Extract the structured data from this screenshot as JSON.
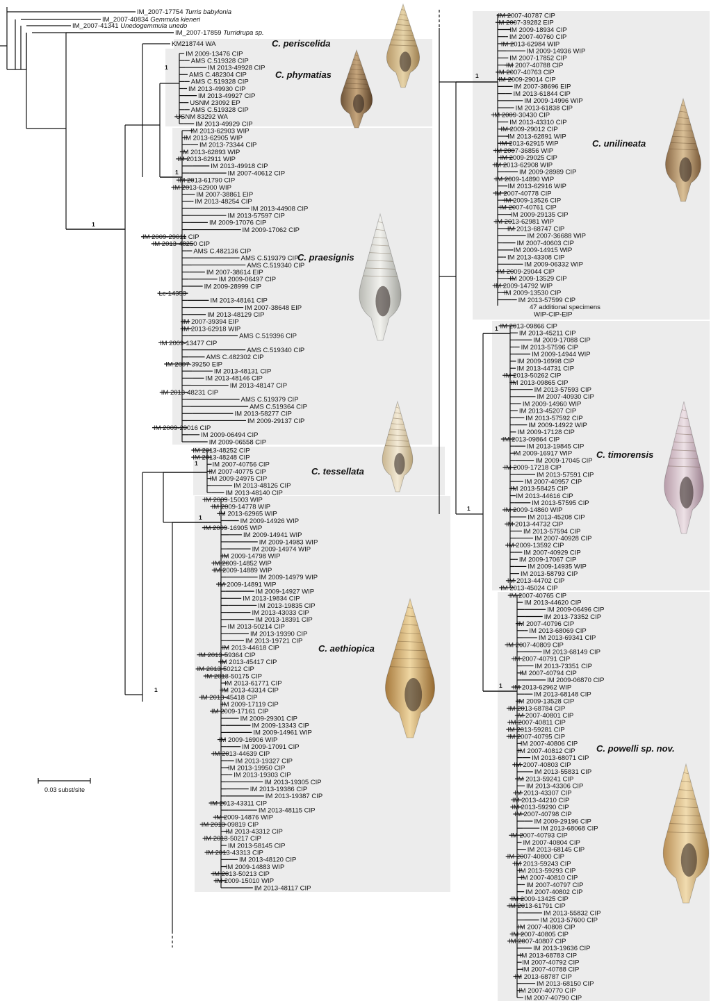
{
  "figure": {
    "scale_label": "0.03 subst/site",
    "support_value": "1",
    "outgroups": [
      {
        "id": "IM_2007-17754",
        "species": "Turris babylonia"
      },
      {
        "id": "IM_2007-40834",
        "species": "Gemmula kieneri"
      },
      {
        "id": "IM_2007-41341",
        "species": "Unedogemmula unedo"
      },
      {
        "id": "IM_2007-17859",
        "species": "Turridrupa sp."
      }
    ],
    "clades": [
      {
        "key": "periscelida",
        "name": "C. periscelida",
        "tips": [
          "KM218744 WA"
        ]
      },
      {
        "key": "phymatias",
        "name": "C. phymatias",
        "tips": [
          "IM 2009-13476 CIP",
          "AMS C.519328 CIP",
          "IM 2013-49928 CIP",
          "AMS C.482304 CIP",
          "AMS C.519328 CIP",
          "IM 2013-49930 CIP",
          "IM 2013-49927 CIP",
          "USNM 23092 EP",
          "AMS C.519328 CIP",
          "USNM 83292 WA",
          "IM 2013-49929 CIP"
        ]
      },
      {
        "key": "praesignis",
        "name": "C. praesignis",
        "tips": [
          "IM 2013-62903 WIP",
          "IM 2013-62905 WIP",
          "IM 2013-73344 CIP",
          "IM 2013-62893 WIP",
          "IM 2013-62911 WIP",
          "IM 2013-49918 CIP",
          "IM 2007-40612 CIP",
          "IM 2013-61790 CIP",
          "IM 2013-62900 WIP",
          "IM 2007-38861 EIP",
          "IM 2013-48254 CIP",
          "IM 2013-44908 CIP",
          "IM 2013-57597 CIP",
          "IM 2009-17076 CIP",
          "IM 2009-17062 CIP",
          "IM 2009-29011 CIP",
          "IM 2013-48250 CIP",
          "AMS C.482136 CIP",
          "AMS C.519379 CIP",
          "AMS C.519340 CIP",
          "IM 2007-38614 EIP",
          "IM 2009-06497 CIP",
          "IM 2009-28999 CIP",
          "Lc-14353",
          "IM 2013-48161 CIP",
          "IM 2007-38648 EIP",
          "IM 2013-48129 CIP",
          "IM 2007-39394 EIP",
          "IM 2013-62918 WIP",
          "AMS C.519396 CIP",
          "IM 2009-13477 CIP",
          "AMS C.519340 CIP",
          "AMS C.482302 CIP",
          "IM 2007-39250 EIP",
          "IM 2013-48131 CIP",
          "IM 2013-48146 CIP",
          "IM 2013-48147 CIP",
          "IM 2013-48231 CIP",
          "AMS C.519379 CIP",
          "AMS C.519364 CIP",
          "IM 2013-58277 CIP",
          "IM 2009-29137 CIP",
          "IM 2009-29016 CIP",
          "IM 2009-06494 CIP",
          "IM 2009-06558 CIP"
        ]
      },
      {
        "key": "tessellata",
        "name": "C. tessellata",
        "tips": [
          "IM 2013-48252 CIP",
          "IM 2013-48248 CIP",
          "IM 2007-40756 CIP",
          "IM 2007-40775 CIP",
          "IM 2009-24975 CIP",
          "IM 2013-48126 CIP",
          "IM 2013-48140 CIP"
        ]
      },
      {
        "key": "aethiopica",
        "name": "C. aethiopica",
        "tips": [
          "IM 2009-15003 WIP",
          "IM 2009-14778 WIP",
          "IM 2013-62965 WIP",
          "IM 2009-14926 WIP",
          "IM 2009-16905 WIP",
          "IM 2009-14941 WIP",
          "IM 2009-14983 WIP",
          "IM 2009-14974 WIP",
          "IM 2009-14798 WIP",
          "IM 2009-14852 WIP",
          "IM 2009-14889 WIP",
          "IM 2009-14979 WIP",
          "IM 2009-14891 WIP",
          "IM 2009-14927 WIP",
          "IM 2013-19834 CIP",
          "IM 2013-19835 CIP",
          "IM 2013-43033 CIP",
          "IM 2013-18391 CIP",
          "IM 2013-50214 CIP",
          "IM 2013-19390 CIP",
          "IM 2013-19721 CIP",
          "IM 2013-44618 CIP",
          "IM 2013-59364 CIP",
          "IM 2013-45417 CIP",
          "IM 2013-50212 CIP",
          "IM 2013-50175 CIP",
          "IM 2013-61771 CIP",
          "IM 2013-43314 CIP",
          "IM 2013-45418 CIP",
          "IM 2009-17119 CIP",
          "IM 2009-17161 CIP",
          "IM 2009-29301 CIP",
          "IM 2009-13343 CIP",
          "IM 2009-14961 WIP",
          "IM 2009-16906 WIP",
          "IM 2009-17091 CIP",
          "IM 2013-44639 CIP",
          "IM 2013-19327 CIP",
          "IM 2013-19950 CIP",
          "IM 2013-19303 CIP",
          "IM 2013-19305 CIP",
          "IM 2013-19386 CIP",
          "IM 2013-19387 CIP",
          "IM 2013-43311 CIP",
          "IM 2013-48115 CIP",
          "IM 2009-14876 WIP",
          "IM 2013-09819 CIP",
          "IM 2013-43312 CIP",
          "IM 2013-50217 CIP",
          "IM 2013-58145 CIP",
          "IM 2013-43313 CIP",
          "IM 2013-48120 CIP",
          "IM 2009-14883 WIP",
          "IM 2013-50213 CIP",
          "IM 2009-15010 WIP",
          "IM 2013-48117 CIP"
        ]
      },
      {
        "key": "unilineata",
        "name": "C. unilineata",
        "tips": [
          "IM 2007-40787 CIP",
          "IM 2007-39282 EIP",
          "IM 2009-18934 CIP",
          "IM 2007-40760 CIP",
          "IM 2013-62984 WIP",
          "IM 2009-14936 WIP",
          "IM 2007-17852 CIP",
          "IM 2007-40788 CIP",
          "IM 2007-40763 CIP",
          "IM 2009-29014 CIP",
          "IM 2007-38696 EIP",
          "IM 2013-61844 CIP",
          "IM 2009-14996 WIP",
          "IM 2013-61838 CIP",
          "IM 2009-30430 CIP",
          "IM 2013-43310 CIP",
          "IM 2009-29012 CIP",
          "IM 2013-62891 WIP",
          "IM 2013-62915 WIP",
          "IM 2007-36856 WIP",
          "IM 2009-29025 CIP",
          "IM 2013-62908 WIP",
          "IM 2009-28989 CIP",
          "IM 2009-14890 WIP",
          "IM 2013-62916 WIP",
          "IM 2007-40778 CIP",
          "IM 2009-13526 CIP",
          "IM 2007-40761 CIP",
          "IM 2009-29135 CIP",
          "IM 2013-62981 WIP",
          "IM 2013-68747 CIP",
          "IM 2007-36688 WIP",
          "IM 2007-40603 CIP",
          "IM 2009-14915 WIP",
          "IM 2013-43308 CIP",
          "IM 2009-06332 WIP",
          "IM 2009-29044 CIP",
          "IM 2009-13529 CIP",
          "IM 2009-14792 WIP",
          "IM 2009-13530 CIP",
          "IM 2013-57599 CIP",
          "47 additional specimens",
          "WIP-CIP-EIP"
        ]
      },
      {
        "key": "timorensis",
        "name": "C. timorensis",
        "tips": [
          "IM 2013-09866 CIP",
          "IM 2013-45211 CIP",
          "IM 2009-17088 CIP",
          "IM 2013-57596 CIP",
          "IM 2009-14944 WIP",
          "IM 2009-16998 CIP",
          "IM 2013-44731 CIP",
          "IM 2013-50262 CIP",
          "IM 2013-09865 CIP",
          "IM 2013-57593 CIP",
          "IM 2007-40930 CIP",
          "IM 2009-14960 WIP",
          "IM 2013-45207 CIP",
          "IM 2013-57592 CIP",
          "IM 2009-14922 WIP",
          "IM 2009-17128 CIP",
          "IM 2013-09864 CIP",
          "IM 2013-19845 CIP",
          "IM 2009-16917 WIP",
          "IM 2009-17045 CIP",
          "IM 2009-17218 CIP",
          "IM 2013-57591 CIP",
          "IM 2007-40957 CIP",
          "IM 2013-58425 CIP",
          "IM 2013-44616 CIP",
          "IM 2013-57595 CIP",
          "IM 2009-14860 WIP",
          "IM 2013-45208 CIP",
          "IM 2013-44732 CIP",
          "IM 2013-57594 CIP",
          "IM 2007-40928 CIP",
          "IM 2009-13592 CIP",
          "IM 2007-40929 CIP",
          "IM 2009-17067 CIP",
          "IM 2009-14935 WIP",
          "IM 2013-58793 CIP",
          "IM 2013-44702 CIP",
          "IM 2013-45024 CIP"
        ]
      },
      {
        "key": "powelli",
        "name": "C. powelli sp. nov.",
        "tips": [
          "IM 2007-40765 CIP",
          "IM 2013-44620 CIP",
          "IM 2009-06496 CIP",
          "IM 2013-73352 CIP",
          "IM 2007-40796 CIP",
          "IM 2013-68069 CIP",
          "IM 2013-69341 CIP",
          "IM 2007-40809 CIP",
          "IM 2013-68149 CIP",
          "IM 2007-40791 CIP",
          "IM 2013-73351 CIP",
          "IM 2007-40794 CIP",
          "IM 2009-06870 CIP",
          "IM 2013-62962 WIP",
          "IM 2013-68148 CIP",
          "IM 2009-13528 CIP",
          "IM 2013-68784 CIP",
          "IM 2007-40801 CIP",
          "IM 2007-40811 CIP",
          "IM 2013-59281 CIP",
          "IM 2007-40795 CIP",
          "IM 2007-40806 CIP",
          "IM 2007-40812 CIP",
          "IM 2013-68071 CIP",
          "IM 2007-40803 CIP",
          "IM 2013-55831 CIP",
          "IM 2013-59241 CIP",
          "IM 2013-43306 CIP",
          "IM 2013-43307 CIP",
          "IM 2013-44210 CIP",
          "IM 2013-59290 CIP",
          "IM 2007-40798 CIP",
          "IM 2009-29196 CIP",
          "IM 2013-68068 CIP",
          "IM 2007-40793 CIP",
          "IM 2007-40804 CIP",
          "IM 2013-68145 CIP",
          "IM 2007-40800 CIP",
          "IM 2013-59243 CIP",
          "IM 2013-59293 CIP",
          "IM 2007-40810 CIP",
          "IM 2007-40797 CIP",
          "IM 2007-40802 CIP",
          "IM 2009-13425 CIP",
          "IM 2013-61791 CIP",
          "IM 2013-55832 CIP",
          "IM 2013-57600 CIP",
          "IM 2007-40808 CIP",
          "IM 2007-40805 CIP",
          "IM 2007-40807 CIP",
          "IM 2013-19636 CIP",
          "IM 2013-68783 CIP",
          "IM 2007-40792 CIP",
          "IM 2007-40788 CIP",
          "IM 2013-68787 CIP",
          "IM 2013-68150 CIP",
          "IM 2007-40770 CIP",
          "IM 2007-40790 CIP"
        ]
      }
    ]
  }
}
